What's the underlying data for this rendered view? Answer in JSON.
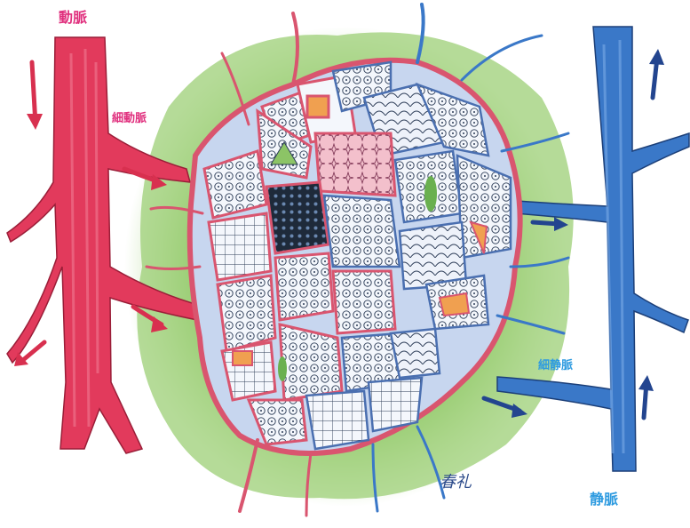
{
  "labels": {
    "artery": "動脈",
    "arteriole": "細動脈",
    "venule": "細静脈",
    "vein": "静脈"
  },
  "signature": "春礼",
  "colors": {
    "artery": "#e23a5c",
    "artery_label": "#e0307e",
    "vein": "#3a78c8",
    "vein_label": "#2e9be0",
    "background_tissue": "#8cc466",
    "capillary_network": "#d9556f",
    "tissue_cells": "#e8eef8",
    "flow_arrow_red": "#d8304f",
    "flow_arrow_blue": "#23458f"
  },
  "icons": {
    "flow_arrow_artery": "arrow-icon",
    "flow_arrow_vein": "arrow-icon"
  }
}
